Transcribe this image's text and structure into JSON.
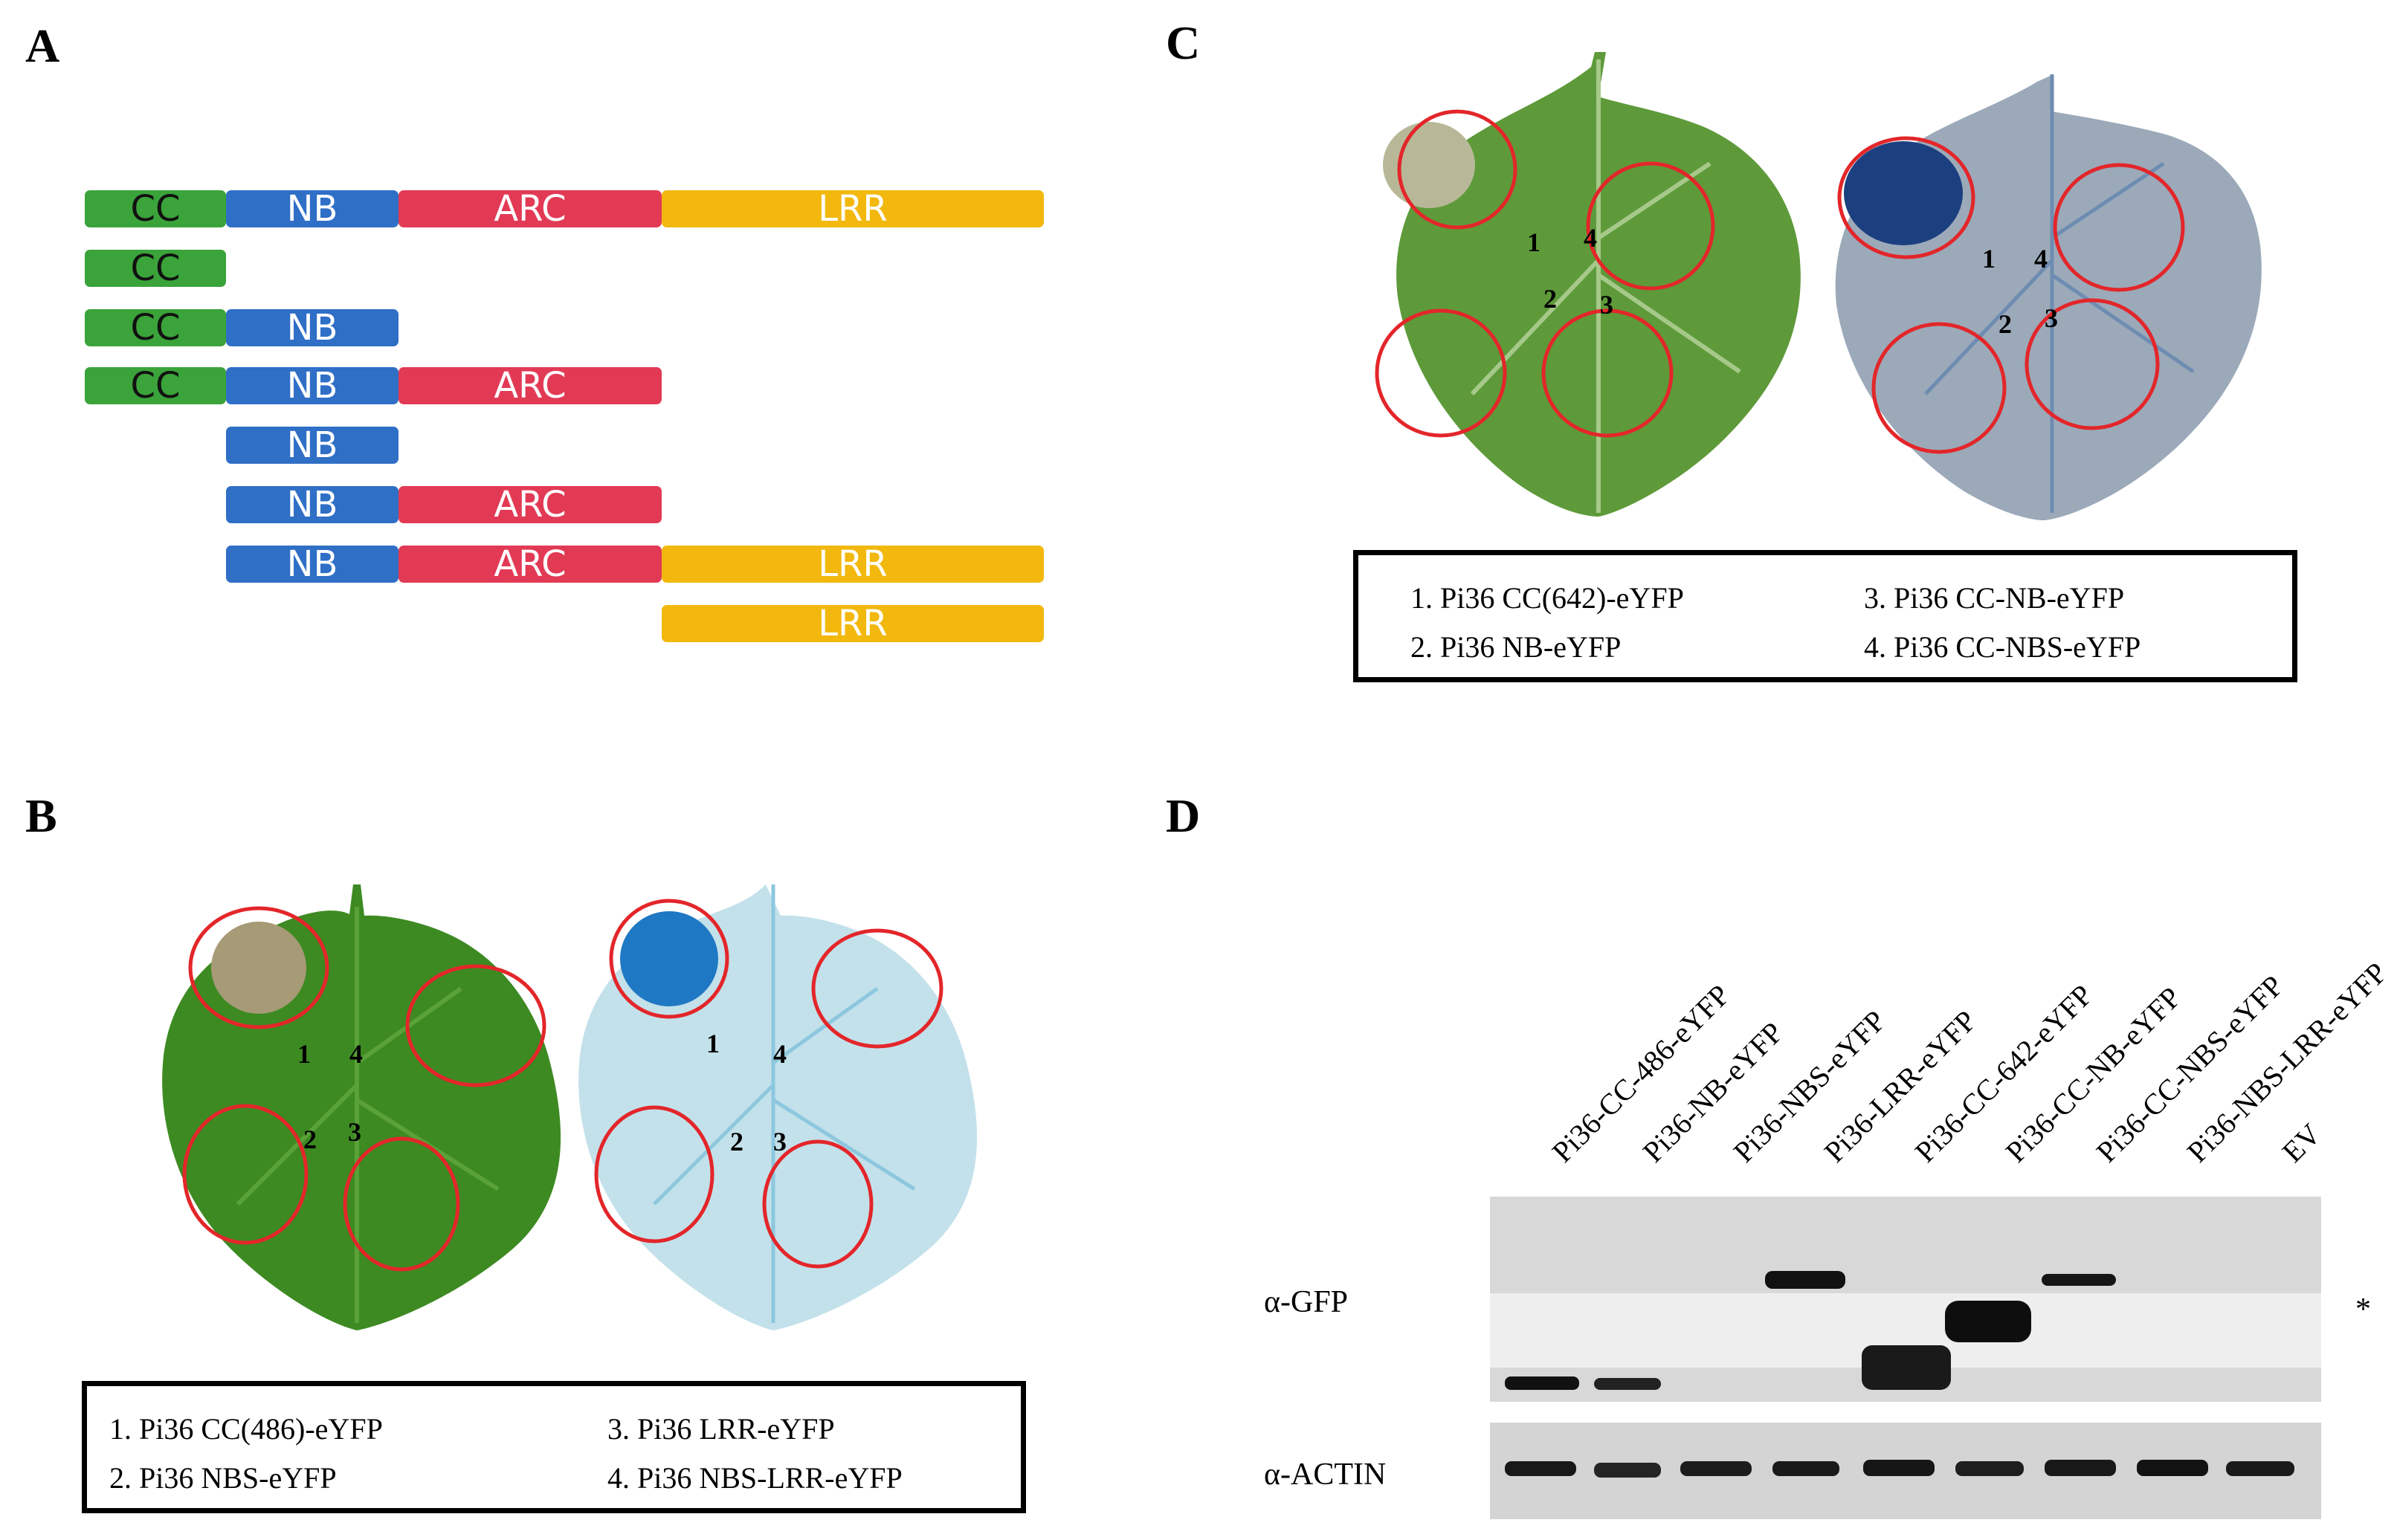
{
  "panels": {
    "a": "A",
    "b": "B",
    "c": "C",
    "d": "D"
  },
  "domains": {
    "cc": "CC",
    "nb": "NB",
    "arc": "ARC",
    "lrr": "LRR"
  },
  "colors": {
    "cc": "#3aa33a",
    "nb": "#2f6fc6",
    "arc": "#e23a55",
    "lrr": "#f2b80e",
    "circle": "#e3262a",
    "gus": "#1f78c4"
  },
  "panel_b": {
    "spot_numbers": [
      "1",
      "2",
      "3",
      "4"
    ],
    "legend": [
      "1.   Pi36 CC(486)-eYFP",
      "2.   Pi36 NBS-eYFP",
      "3.   Pi36 LRR-eYFP",
      "4.   Pi36 NBS-LRR-eYFP"
    ]
  },
  "panel_c": {
    "spot_numbers": [
      "1",
      "2",
      "3",
      "4"
    ],
    "legend": [
      "1.   Pi36 CC(642)-eYFP",
      "2.   Pi36 NB-eYFP",
      "3.   Pi36 CC-NB-eYFP",
      "4.   Pi36 CC-NBS-eYFP"
    ]
  },
  "panel_d": {
    "lanes": [
      "Pi36-CC-486-eYFP",
      "Pi36-NB-eYFP",
      "Pi36-NBS-eYFP",
      "Pi36-LRR-eYFP",
      "Pi36-CC-642-eYFP",
      "Pi36-CC-NB-eYFP",
      "Pi36-CC-NBS-eYFP",
      "Pi36-NBS-LRR-eYFP",
      "EV"
    ],
    "blot_gfp": "α-GFP",
    "blot_actin": "α-ACTIN",
    "asterisk": "*"
  }
}
